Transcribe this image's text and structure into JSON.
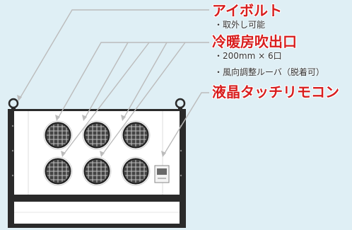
{
  "callouts": {
    "eyebolt": {
      "title": "アイボルト",
      "note": "・取外し可能"
    },
    "outlets": {
      "title": "冷暖房吹出口",
      "note1": "・200mm × 6口",
      "note2": "・風向調整ルーバ（脱着可）"
    },
    "touch_panel": {
      "title": "液晶タッチリモコン"
    }
  },
  "colors": {
    "background": "#dfeff5",
    "frame": "#2a2a2a",
    "panel": "#ffffff",
    "accent_text": "#d81e1e",
    "leader_line": "#bcbcbc"
  },
  "icons": {
    "eyebolt": "ring-eyebolt-icon",
    "outlet": "round-louvered-vent-icon",
    "controller": "lcd-touch-controller-icon"
  }
}
